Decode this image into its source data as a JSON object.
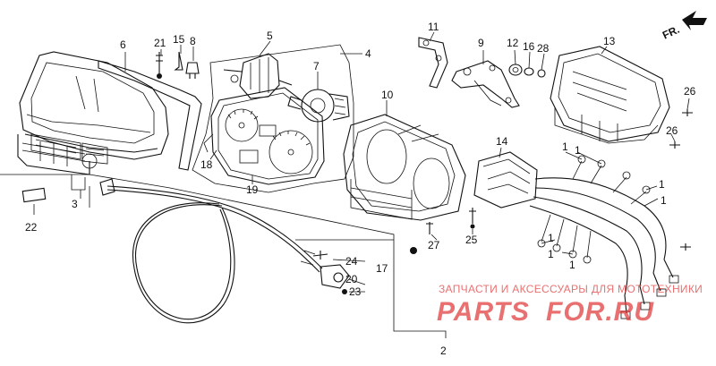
{
  "diagram": {
    "front_arrow_label": "FR.",
    "callouts": [
      {
        "id": "c1a",
        "text": "1"
      },
      {
        "id": "c1b",
        "text": "1"
      },
      {
        "id": "c1c",
        "text": "1"
      },
      {
        "id": "c1d",
        "text": "1"
      },
      {
        "id": "c1e",
        "text": "1"
      },
      {
        "id": "c1f",
        "text": "1"
      },
      {
        "id": "c1g",
        "text": "1"
      },
      {
        "id": "c2",
        "text": "2"
      },
      {
        "id": "c3",
        "text": "3"
      },
      {
        "id": "c4",
        "text": "4"
      },
      {
        "id": "c5",
        "text": "5"
      },
      {
        "id": "c6",
        "text": "6"
      },
      {
        "id": "c7",
        "text": "7"
      },
      {
        "id": "c8",
        "text": "8"
      },
      {
        "id": "c9",
        "text": "9"
      },
      {
        "id": "c10",
        "text": "10"
      },
      {
        "id": "c11",
        "text": "11"
      },
      {
        "id": "c12",
        "text": "12"
      },
      {
        "id": "c13",
        "text": "13"
      },
      {
        "id": "c14",
        "text": "14"
      },
      {
        "id": "c15",
        "text": "15"
      },
      {
        "id": "c16",
        "text": "16"
      },
      {
        "id": "c17",
        "text": "17"
      },
      {
        "id": "c18",
        "text": "18"
      },
      {
        "id": "c19",
        "text": "19"
      },
      {
        "id": "c20",
        "text": "20"
      },
      {
        "id": "c21",
        "text": "21"
      },
      {
        "id": "c22",
        "text": "22"
      },
      {
        "id": "c23",
        "text": "23"
      },
      {
        "id": "c24",
        "text": "24"
      },
      {
        "id": "c25",
        "text": "25"
      },
      {
        "id": "c26a",
        "text": "26"
      },
      {
        "id": "c26b",
        "text": "26"
      },
      {
        "id": "c27",
        "text": "27"
      },
      {
        "id": "c28",
        "text": "28"
      }
    ]
  },
  "watermark": {
    "tagline": "ЗАПЧАСТИ И АКСЕССУАРЫ ДЛЯ МОТОТЕХНИКИ",
    "brand_left": "PARTS",
    "brand_right": "FOR.RU",
    "color": "#e03a3a"
  }
}
